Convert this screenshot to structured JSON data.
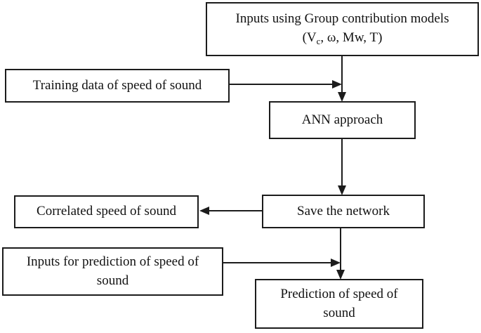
{
  "diagram": {
    "type": "flowchart",
    "background_color": "#ffffff",
    "line_color": "#1c1c1c",
    "text_color": "#111111",
    "boxes": {
      "inputs_gcm": {
        "line1": "Inputs using Group contribution models",
        "formula_prefix": "(V",
        "formula_sub": "c",
        "formula_suffix": ", ω, Mw, T)"
      },
      "training_data": {
        "label": "Training data of speed of sound"
      },
      "ann_approach": {
        "label": "ANN approach"
      },
      "correlated": {
        "label": "Correlated speed of sound"
      },
      "save_network": {
        "label": "Save the network"
      },
      "inputs_prediction": {
        "label": "Inputs for prediction of speed of sound"
      },
      "prediction": {
        "label": "Prediction of speed of sound"
      }
    },
    "connections": [
      {
        "from": "inputs_gcm",
        "to": "ann_approach",
        "style": "arrow-down"
      },
      {
        "from": "training_data",
        "to": "ann_approach",
        "style": "arrow-right-into-line"
      },
      {
        "from": "ann_approach",
        "to": "save_network",
        "style": "arrow-down"
      },
      {
        "from": "save_network",
        "to": "correlated",
        "style": "arrow-left"
      },
      {
        "from": "save_network",
        "to": "prediction",
        "style": "arrow-down"
      },
      {
        "from": "inputs_prediction",
        "to": "prediction",
        "style": "arrow-right-into-line"
      }
    ]
  }
}
